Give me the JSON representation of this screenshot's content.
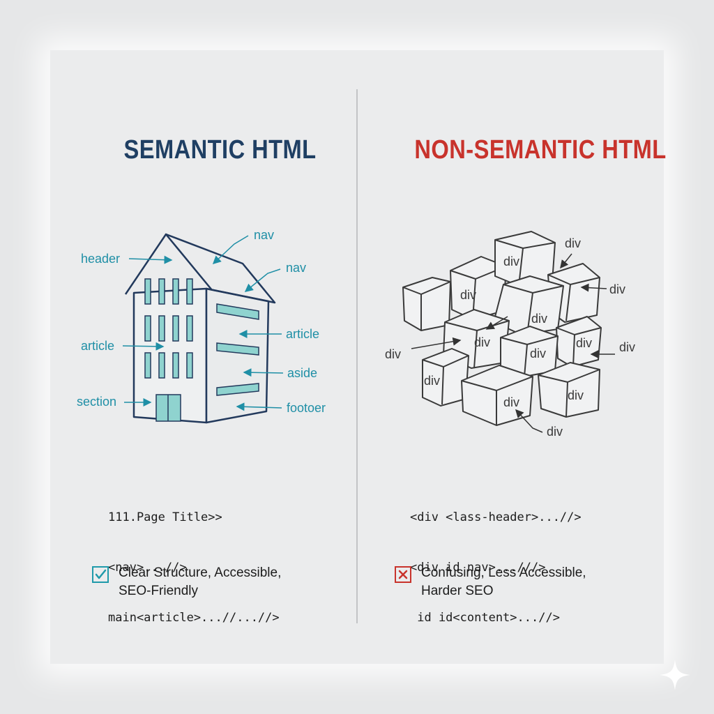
{
  "left": {
    "title": "SEMANTIC HTML",
    "labels": {
      "header": "header",
      "nav_top": "nav",
      "nav_right": "nav",
      "article_left": "article",
      "article_right": "article",
      "aside": "aside",
      "section": "section",
      "footer": "footoer"
    },
    "code_lines": [
      "111.Page Title>>",
      "<nav>...//>",
      "main<article>...//...//>"
    ],
    "verdict_lines": [
      "Clear Structure, Accessible,",
      "SEO-Friendly"
    ],
    "verdict_icon": "check-icon"
  },
  "right": {
    "title": "NON-SEMANTIC HTML",
    "block_label": "div",
    "code_lines": [
      "<div <lass-header>...//>",
      "<div id nav>...///>",
      " id id<content>...//>"
    ],
    "verdict_lines": [
      "Confusing, Less Accessible,",
      "Harder SEO"
    ],
    "verdict_icon": "cross-icon"
  },
  "colors": {
    "semantic_title": "#1f3f63",
    "non_semantic_title": "#c8332c",
    "building_line": "#22395c",
    "window_fill": "#8fd3cf",
    "label_teal": "#1f8fa6",
    "box_line": "#3a3a3a"
  }
}
